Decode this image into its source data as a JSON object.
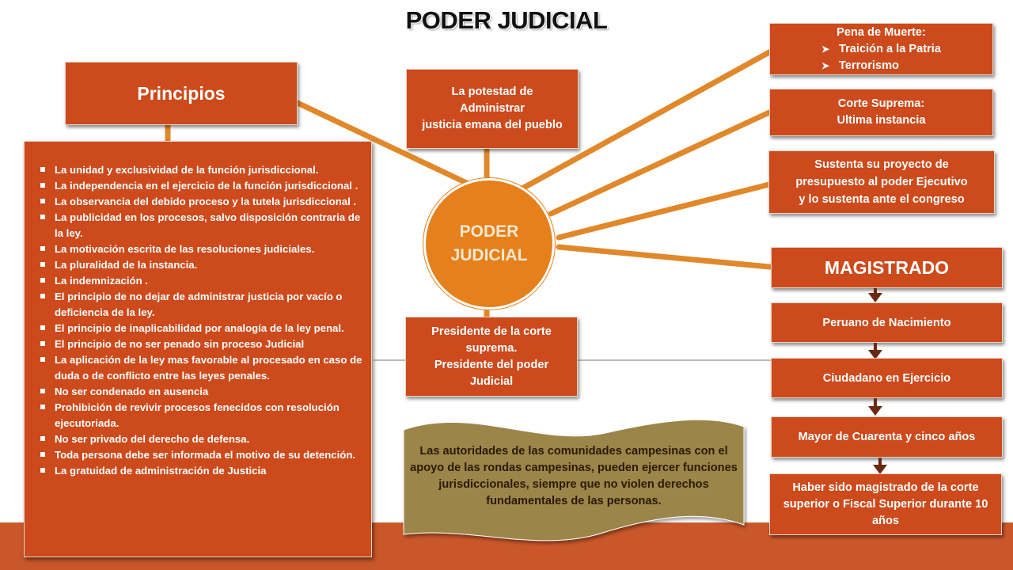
{
  "title": "PODER JUDICIAL",
  "center": {
    "line1": "PODER",
    "line2": "JUDICIAL"
  },
  "principios": {
    "heading": "Principios",
    "items": [
      "La unidad y exclusividad  de la función jurisdiccional.",
      "La independencia en el ejercicio de la función jurisdiccional .",
      "La observancia del debido proceso y la tutela jurisdiccional .",
      "La publicidad en los procesos, salvo disposición contraria de la ley.",
      "La motivación escrita de las resoluciones judiciales.",
      "La pluralidad de la instancia.",
      "La indemnización .",
      "El principio de no dejar de administrar justicia por vacío o deficiencia de la ley.",
      "El principio de inaplicabilidad por analogía de la ley penal.",
      "El principio de no ser penado sin  proceso Judicial",
      "La aplicación de la ley mas favorable al procesado en caso de duda o de conflicto entre las leyes penales.",
      "No ser condenado en ausencia",
      "Prohibición de revivir procesos fenecidos con resolución ejecutoriada.",
      "No ser privado del derecho de defensa.",
      "Toda persona debe ser informada el motivo de su detención.",
      "La gratuidad de administración de Justicia"
    ]
  },
  "potestad": {
    "line1": "La potestad de",
    "line2": "Administrar",
    "line3": "justicia emana del pueblo"
  },
  "presidente": {
    "line1": "Presidente de la corte",
    "line2": "suprema.",
    "line3": "Presidente del poder",
    "line4": "Judicial"
  },
  "pena": {
    "heading": "Pena de Muerte:",
    "items": [
      "Traición a la Patria",
      "Terrorismo"
    ]
  },
  "corte": {
    "line1": "Corte Suprema:",
    "line2": "Ultima instancia"
  },
  "presupuesto": {
    "line1": "Sustenta su proyecto de",
    "line2": "presupuesto al poder Ejecutivo",
    "line3": "y lo sustenta ante el congreso"
  },
  "magistrado": {
    "heading": "MAGISTRADO",
    "requisitos": [
      "Peruano de Nacimiento",
      "Ciudadano en Ejercicio",
      "Mayor de Cuarenta y cinco años",
      "Haber sido magistrado de la corte superior o Fiscal Superior durante 10 años"
    ]
  },
  "campesinas": "Las autoridades de las comunidades campesinas  con el apoyo de las rondas campesinas, pueden ejercer funciones jurisdiccionales, siempre que no violen derechos fundamentales de las personas.",
  "colors": {
    "box": "#cc4a1c",
    "circle": "#e5801c",
    "connector": "#e0882a",
    "flag": "#9c8548",
    "bottom_band": "#c9572a",
    "arrow": "#6a2a12"
  }
}
